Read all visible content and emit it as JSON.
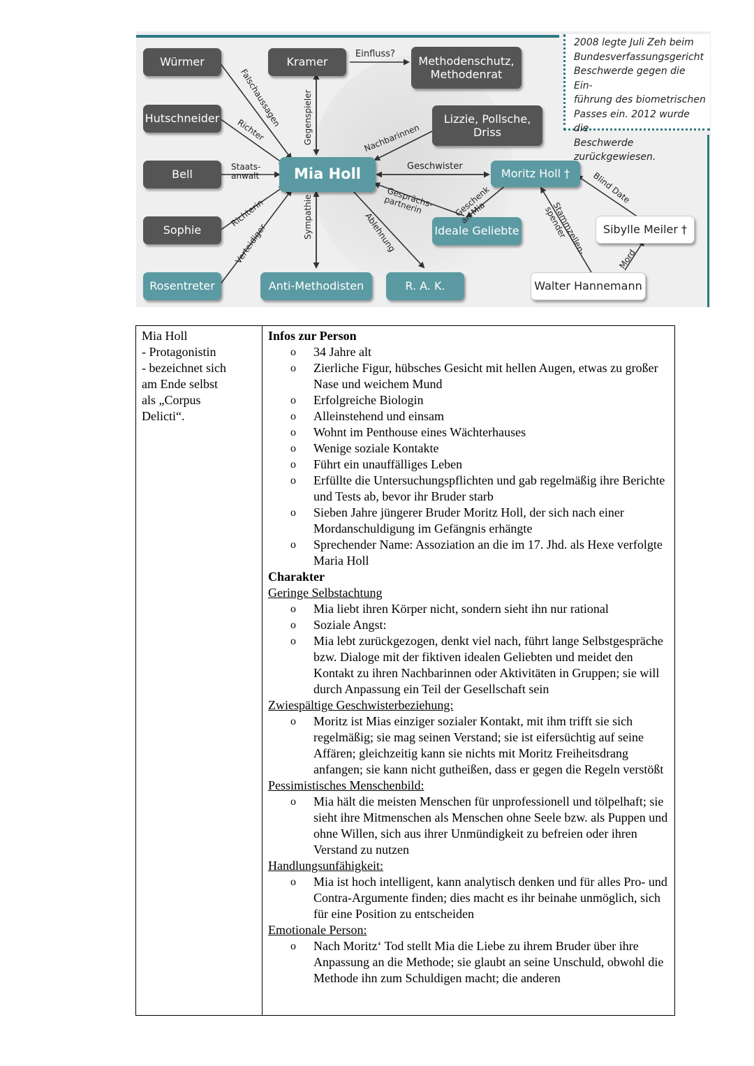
{
  "diagram": {
    "nodes": {
      "wuermer": "Würmer",
      "hutschneider": "Hutschneider",
      "bell": "Bell",
      "sophie": "Sophie",
      "rosentreter": "Rosentreter",
      "kramer": "Kramer",
      "methodenschutz_line1": "Methodenschutz,",
      "methodenschutz_line2": "Methodenrat",
      "lizzie_line1": "Lizzie, Pollsche,",
      "lizzie_line2": "Driss",
      "mia": "Mia Holl",
      "moritz": "Moritz Holl †",
      "ideale": "Ideale Geliebte",
      "sibylle": "Sibylle Meiler †",
      "anti": "Anti-Methodisten",
      "rak": "R. A. K.",
      "walter": "Walter Hannemann"
    },
    "labels": {
      "falschaussagen": "Falschaussagen",
      "richter": "Richter",
      "staatsanwalt_line1": "Staats-",
      "staatsanwalt_line2": "anwalt",
      "richterin": "Richterin",
      "verteidiger": "Verteidiger",
      "gegenspieler": "Gegenspieler",
      "sympathie": "Sympathie",
      "einfluss": "Einfluss?",
      "nachbarinnen": "Nachbarinnen",
      "geschwister": "Geschwister",
      "gespraechs_line1": "Gesprächs-",
      "gespraechs_line2": "partnerin",
      "ablehnung": "Ablehnung",
      "geschenk_line1": "Geschenk",
      "geschenk_line2": "an Mia",
      "stammzellen_line1": "Stammzellen-",
      "stammzellen_line2": "spender",
      "blind_date": "Blind Date",
      "mord": "Mord"
    },
    "note": [
      "2008 legte Juli Zeh beim",
      "Bundesverfassungsgericht",
      "Beschwerde gegen die Ein-",
      "führung des biometrischen",
      "Passes ein. 2012 wurde die",
      "Beschwerde zurückgewiesen."
    ]
  },
  "table": {
    "left": [
      "Mia Holl",
      "- Protagonistin",
      "- bezeichnet sich",
      "am Ende selbst",
      "als „Corpus",
      "Delicti“."
    ],
    "infos_heading": "Infos zur Person",
    "infos": [
      "34 Jahre alt",
      "Zierliche Figur, hübsches Gesicht mit hellen Augen, etwas zu großer Nase und weichem Mund",
      "Erfolgreiche Biologin",
      "Alleinstehend und einsam",
      "Wohnt im Penthouse eines Wächterhauses",
      "Wenige soziale Kontakte",
      "Führt ein unauffälliges Leben",
      "Erfüllte die Untersuchungspflichten und gab regelmäßig ihre Berichte und Tests ab, bevor ihr Bruder starb",
      "Sieben Jahre jüngerer Bruder Moritz Holl, der sich nach einer Mordanschuldigung im Gefängnis erhängte",
      "Sprechender Name: Assoziation an die im 17. Jhd. als Hexe verfolgte Maria Holl"
    ],
    "charakter_heading": "Charakter",
    "sections": [
      {
        "title": "Geringe Selbstachtung",
        "items": [
          "Mia liebt ihren Körper nicht, sondern sieht ihn nur rational",
          "Soziale Angst:",
          "Mia lebt zurückgezogen, denkt viel nach, führt lange Selbstgespräche bzw. Dialoge mit der fiktiven idealen Geliebten und meidet den Kontakt zu ihren Nachbarinnen oder Aktivitäten in Gruppen; sie will durch Anpassung ein Teil der Gesellschaft sein"
        ]
      },
      {
        "title": "Zwiespältige Geschwisterbeziehung:",
        "items": [
          "Moritz ist Mias einziger sozialer Kontakt, mit ihm trifft sie sich regelmäßig; sie mag seinen Verstand; sie ist eifersüchtig auf seine Affären; gleichzeitig kann sie nichts mit Moritz Freiheitsdrang anfangen; sie kann nicht gutheißen, dass er gegen die Regeln verstößt"
        ]
      },
      {
        "title": "Pessimistisches Menschenbild:",
        "items": [
          "Mia hält die meisten Menschen für unprofessionell und tölpelhaft; sie sieht ihre Mitmenschen als Menschen ohne Seele bzw. als Puppen und ohne Willen, sich aus ihrer Unmündigkeit zu befreien oder ihren Verstand zu nutzen"
        ]
      },
      {
        "title": "Handlungsunfähigkeit:",
        "items": [
          "Mia ist hoch intelligent, kann analytisch denken und für alles Pro- und Contra-Argumente finden; dies macht es ihr beinahe unmöglich, sich für eine Position zu entscheiden"
        ]
      },
      {
        "title": "Emotionale Person:",
        "items": [
          "Nach Moritz‘ Tod stellt Mia die Liebe zu ihrem Bruder über ihre Anpassung an die Methode; sie glaubt an seine Unschuld, obwohl die Methode ihn zum Schuldigen macht; die anderen"
        ]
      }
    ]
  }
}
